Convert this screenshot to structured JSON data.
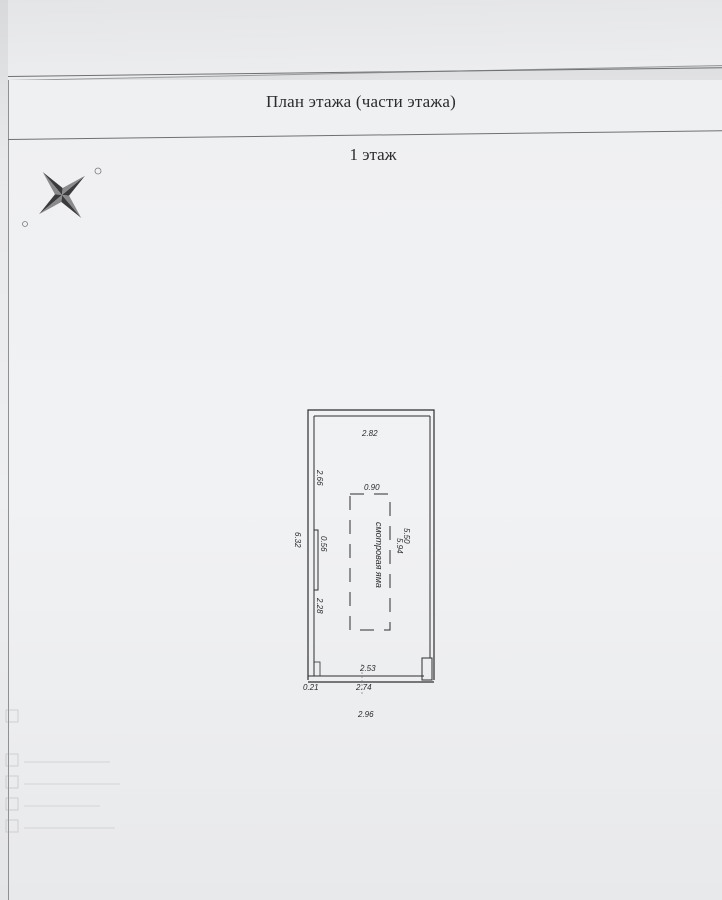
{
  "document": {
    "title": "План этажа (части этажа)",
    "floor_label": "1 этаж"
  },
  "plan": {
    "room_label": "смотровая яма",
    "dimensions": {
      "top_width": "2.82",
      "pit_width": "0.90",
      "left_upper": "2.66",
      "left_total": "6.32",
      "door_width": "0.56",
      "left_lower": "2.28",
      "pit_length": "5.94",
      "right_length": "5.50",
      "bottom_inner": "2.53",
      "bottom_corner": "0.21",
      "bottom_mid": "2.74",
      "bottom_outer": "2.96"
    }
  },
  "icons": {
    "compass": "compass-rose-icon"
  }
}
